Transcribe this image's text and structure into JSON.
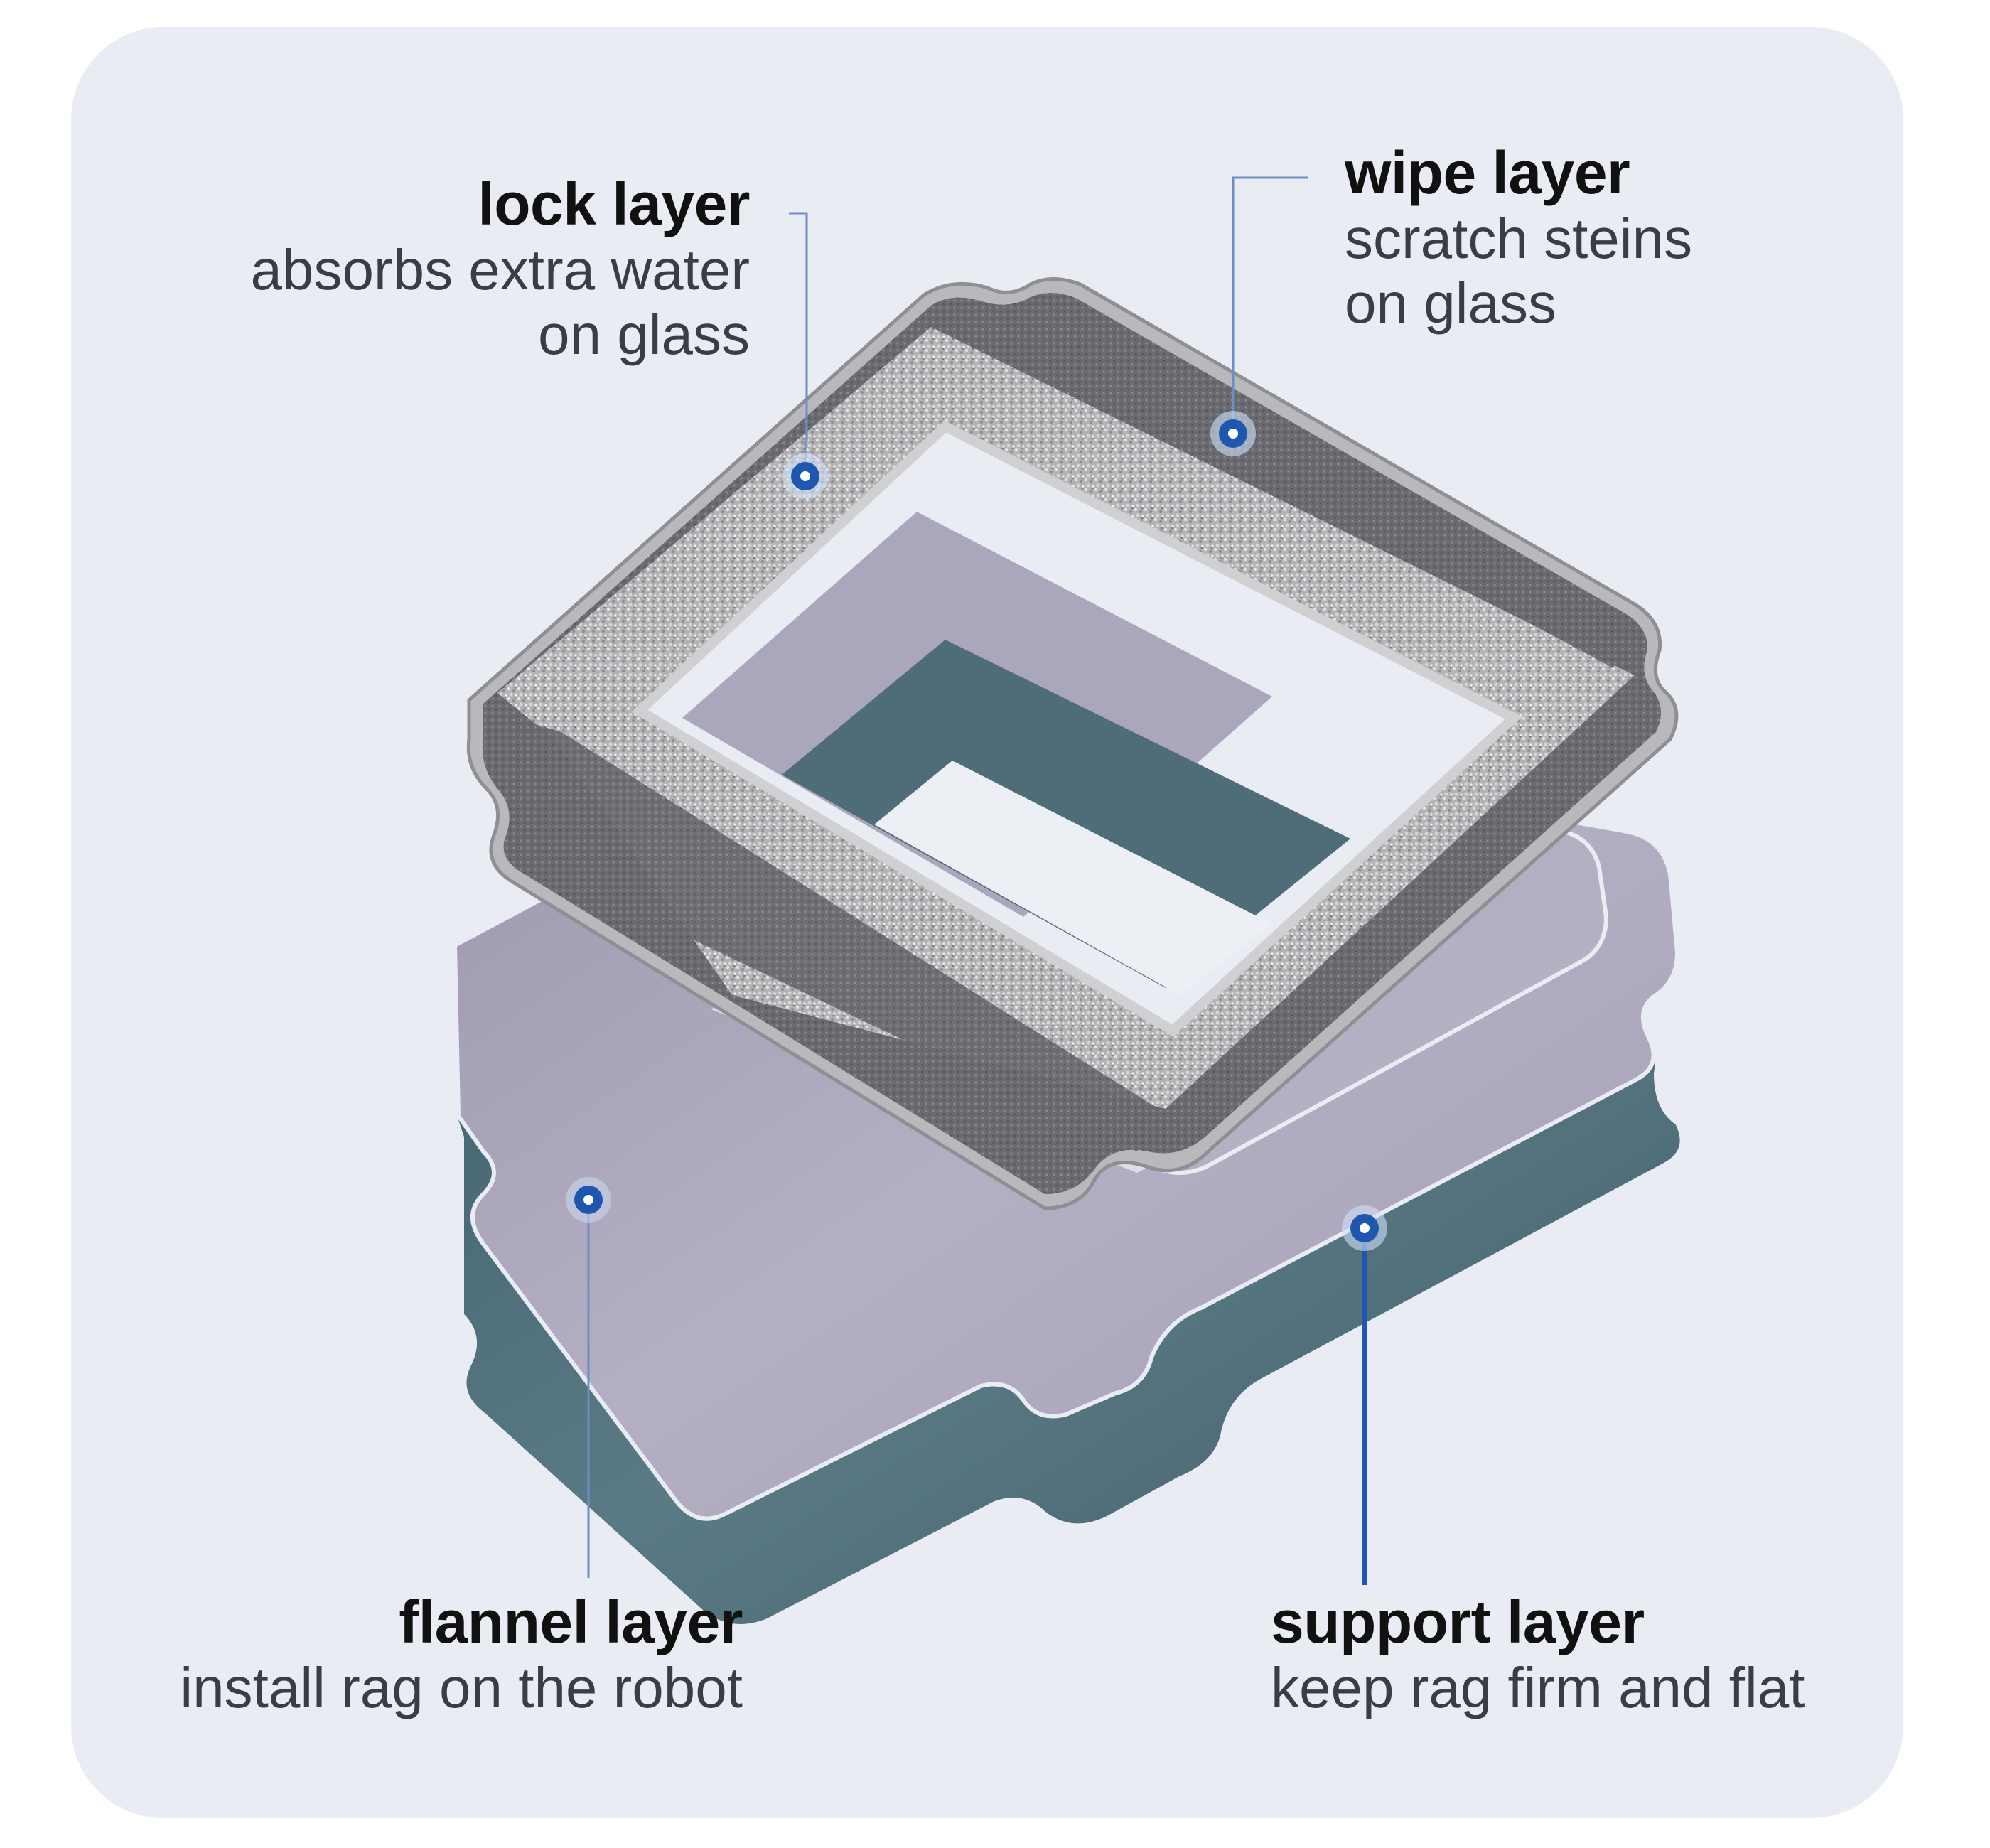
{
  "colors": {
    "panel": "#e9edf3",
    "lock_layer": "#a8a8ab",
    "wipe_layer": "#6d6e72",
    "support_layer": "#a49fb4",
    "flannel_layer": "#4d6a76",
    "callout_dot": "#1e56b0",
    "callout_line": "#6b8fc4"
  },
  "labels": {
    "lock": {
      "title": "lock layer",
      "desc": [
        "absorbs extra water",
        "on glass"
      ]
    },
    "wipe": {
      "title": "wipe layer",
      "desc": [
        "scratch steins",
        "on glass"
      ]
    },
    "flannel": {
      "title": "flannel layer",
      "desc": [
        "install rag on the robot"
      ]
    },
    "support": {
      "title": "support layer",
      "desc": [
        "keep rag firm and flat"
      ]
    }
  }
}
